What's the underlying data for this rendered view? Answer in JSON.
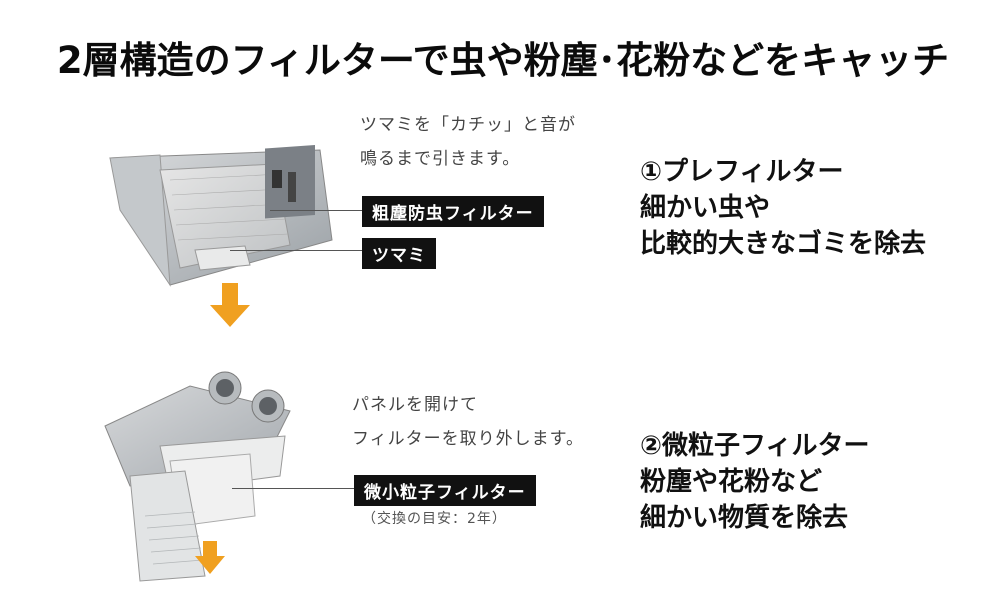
{
  "title": "2層構造のフィルターで虫や粉塵･花粉などをキャッチ",
  "top": {
    "instruction": [
      "ツマミを「カチッ」と音が",
      "鳴るまで引きます。"
    ],
    "labels": {
      "filter": "粗塵防虫フィルター",
      "knob": "ツマミ"
    },
    "description": [
      "①プレフィルター",
      "細かい虫や",
      "比較的大きなゴミを除去"
    ]
  },
  "bottom": {
    "instruction": [
      "パネルを開けて",
      "フィルターを取り外します。"
    ],
    "labels": {
      "filter": "微小粒子フィルター"
    },
    "note": "（交換の目安：2年）",
    "description": [
      "②微粒子フィルター",
      "粉塵や花粉など",
      "細かい物質を除去"
    ]
  },
  "colors": {
    "arrow": "#f0a020",
    "tag_bg": "#111111",
    "text": "#111111"
  }
}
